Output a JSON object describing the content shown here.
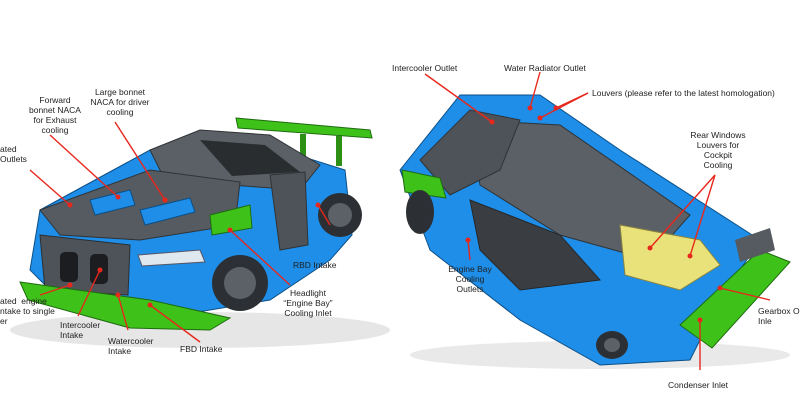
{
  "left_callouts": {
    "forward_naca": "Forward\nbonnet NACA\nfor Exhaust\ncooling",
    "large_naca": "Large bonnet\nNACA for driver\ncooling",
    "ated_outlets": "ated\nOutlets",
    "rbd_intake": "RBD Intake",
    "headlight_inlet": "Headlight\n“Engine Bay”\nCooling Inlet",
    "ated_engine": "ated  engine\nntake to single\ner",
    "intercooler_intake": "Intercooler\nIntake",
    "watercooler_intake": "Watercooler\nIntake",
    "fbd_intake": "FBD Intake"
  },
  "right_callouts": {
    "intercooler_outlet": "Intercooler Outlet",
    "water_radiator_outlet": "Water Radiator Outlet",
    "louvers": "Louvers (please refer to the latest homologation)",
    "rear_windows": "Rear Windows\nLouvers for\nCockpit\nCooling",
    "engine_bay_outlets": "Engine Bay\nCooling\nOutlets",
    "gearbox": "Gearbox O\nInle",
    "condenser_inlet": "Condenser Inlet"
  },
  "colors": {
    "car_blue": "#1e8ee8",
    "carbon": "#555b60",
    "aero_green": "#3ec21a",
    "arrow_red": "#e8271c",
    "interior_yellow": "#e9e27a"
  }
}
